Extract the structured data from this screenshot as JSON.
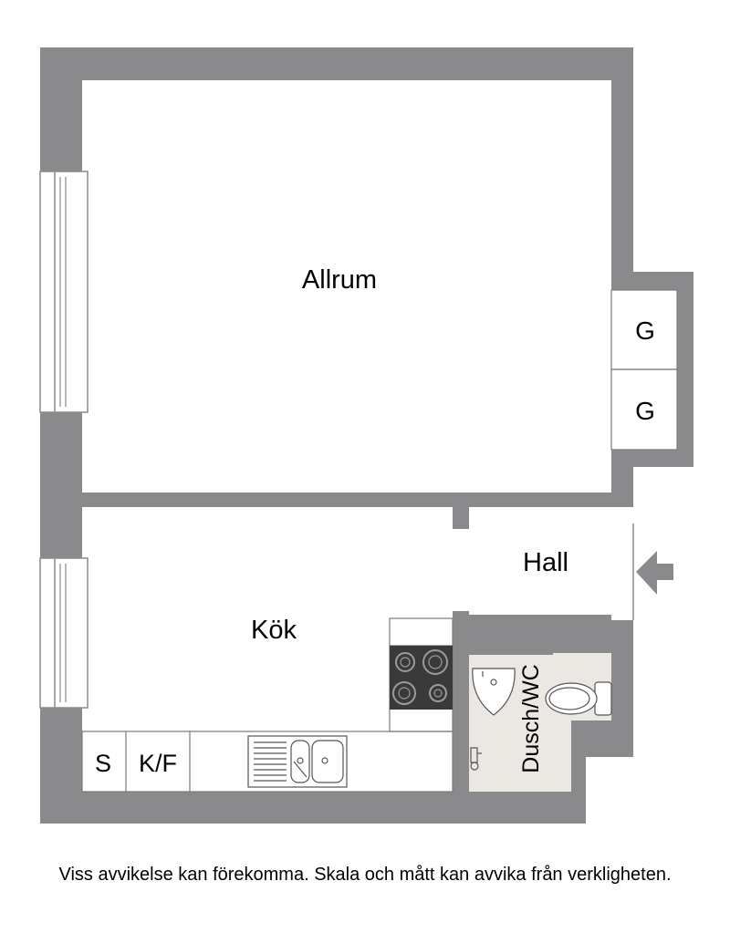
{
  "rooms": {
    "allrum": "Allrum",
    "kok": "Kök",
    "hall": "Hall",
    "bath": "Dusch/WC"
  },
  "fixtures": {
    "wardrobe_1": "G",
    "wardrobe_2": "G",
    "storage": "S",
    "fridge_freezer": "K/F"
  },
  "colors": {
    "wall": "#8a8a8d",
    "floor": "#ffffff",
    "bath_floor": "#ebe8e3",
    "hob": "#3a3a3a",
    "entrance_arrow": "#8a8a8d"
  },
  "icons": {
    "entrance": "entrance-arrow-icon"
  },
  "disclaimer": "Viss avvikelse kan förekomma. Skala och mått kan avvika från verkligheten."
}
